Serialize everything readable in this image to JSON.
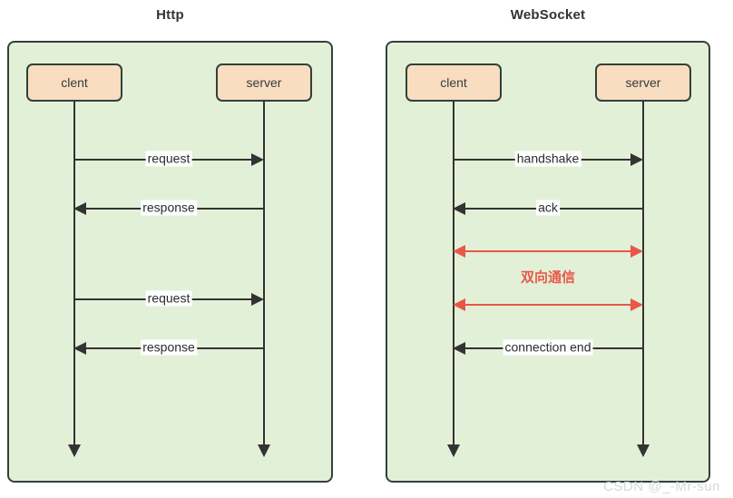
{
  "panels": [
    {
      "id": "http",
      "title": "Http",
      "actors": [
        {
          "id": "client",
          "label": "clent"
        },
        {
          "id": "server",
          "label": "server"
        }
      ],
      "messages": [
        {
          "id": "request-1",
          "label": "request",
          "direction": "right",
          "color": "#333333"
        },
        {
          "id": "response-1",
          "label": "response",
          "direction": "left",
          "color": "#333333"
        },
        {
          "id": "request-2",
          "label": "request",
          "direction": "right",
          "color": "#333333"
        },
        {
          "id": "response-2",
          "label": "response",
          "direction": "left",
          "color": "#333333"
        }
      ]
    },
    {
      "id": "websocket",
      "title": "WebSocket",
      "actors": [
        {
          "id": "client",
          "label": "clent"
        },
        {
          "id": "server",
          "label": "server"
        }
      ],
      "messages": [
        {
          "id": "handshake",
          "label": "handshake",
          "direction": "right",
          "color": "#333333"
        },
        {
          "id": "ack",
          "label": "ack",
          "direction": "left",
          "color": "#333333"
        },
        {
          "id": "duplex-1",
          "label": "",
          "direction": "both",
          "color": "#e8574a"
        },
        {
          "id": "duplex-2",
          "label": "",
          "direction": "both",
          "color": "#e8574a"
        },
        {
          "id": "connection-end",
          "label": "connection end",
          "direction": "left",
          "color": "#333333"
        }
      ],
      "note": "双向通信"
    }
  ],
  "watermark": "CSDN @_-Mr-sun",
  "colors": {
    "panel_fill": "#e3f0d8",
    "panel_border": "#32403b",
    "actor_fill": "#f8ddc0",
    "actor_border": "#32403b",
    "line": "#333333",
    "accent_red": "#e8574a",
    "label_bg": "#ffffff",
    "title_text": "#333333",
    "watermark_text": "#d8d8d8"
  }
}
